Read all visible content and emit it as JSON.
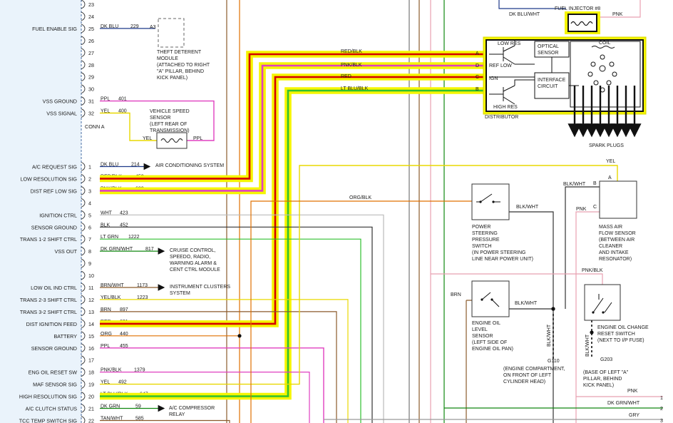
{
  "pins": [
    {
      "num": "23",
      "label": "",
      "color": "",
      "circuit": ""
    },
    {
      "num": "24",
      "label": "",
      "color": "",
      "circuit": ""
    },
    {
      "num": "25",
      "label": "FUEL ENABLE SIG",
      "color": "DK BLU",
      "circuit": "229"
    },
    {
      "num": "26",
      "label": "",
      "color": "",
      "circuit": ""
    },
    {
      "num": "27",
      "label": "",
      "color": "",
      "circuit": ""
    },
    {
      "num": "28",
      "label": "",
      "color": "",
      "circuit": ""
    },
    {
      "num": "29",
      "label": "",
      "color": "",
      "circuit": ""
    },
    {
      "num": "30",
      "label": "",
      "color": "",
      "circuit": ""
    },
    {
      "num": "31",
      "label": "VSS GROUND",
      "color": "PPL",
      "circuit": "401"
    },
    {
      "num": "32",
      "label": "VSS SIGNAL",
      "color": "YEL",
      "circuit": "400"
    },
    {
      "num": "1",
      "label": "A/C REQUEST SIG",
      "color": "DK BLU",
      "circuit": "214"
    },
    {
      "num": "2",
      "label": "LOW RESOLUTION SIG",
      "color": "RED/BLK",
      "circuit": "453"
    },
    {
      "num": "3",
      "label": "DIST REF LOW SIG",
      "color": "PNK/BLK",
      "circuit": "632"
    },
    {
      "num": "4",
      "label": "",
      "color": "",
      "circuit": ""
    },
    {
      "num": "5",
      "label": "IGNITION CTRL",
      "color": "WHT",
      "circuit": "423"
    },
    {
      "num": "6",
      "label": "SENSOR GROUND",
      "color": "BLK",
      "circuit": "452"
    },
    {
      "num": "7",
      "label": "TRANS 1-2 SHIFT CTRL",
      "color": "LT GRN",
      "circuit": "1222"
    },
    {
      "num": "8",
      "label": "VSS OUT",
      "color": "DK GRN/WHT",
      "circuit": "817"
    },
    {
      "num": "9",
      "label": "",
      "color": "",
      "circuit": ""
    },
    {
      "num": "10",
      "label": "",
      "color": "",
      "circuit": ""
    },
    {
      "num": "11",
      "label": "LOW OIL IND CTRL",
      "color": "BRN/WHT",
      "circuit": "1173"
    },
    {
      "num": "12",
      "label": "TRANS 2-3 SHIFT CTRL",
      "color": "YEL/BLK",
      "circuit": "1223"
    },
    {
      "num": "13",
      "label": "TRANS 3-2 SHIFT CTRL",
      "color": "BRN",
      "circuit": "897"
    },
    {
      "num": "14",
      "label": "DIST IGNITION FEED",
      "color": "RED",
      "circuit": "631"
    },
    {
      "num": "15",
      "label": "BATTERY",
      "color": "ORG",
      "circuit": "440"
    },
    {
      "num": "16",
      "label": "SENSOR GROUND",
      "color": "PPL",
      "circuit": "455"
    },
    {
      "num": "17",
      "label": "",
      "color": "",
      "circuit": ""
    },
    {
      "num": "18",
      "label": "ENG OIL RESET SW",
      "color": "PNK/BLK",
      "circuit": "1379"
    },
    {
      "num": "19",
      "label": "MAF SENSOR SIG",
      "color": "YEL",
      "circuit": "492"
    },
    {
      "num": "20",
      "label": "HIGH RESOLUTION SIG",
      "color": "LT BLU/BLK",
      "circuit": "647"
    },
    {
      "num": "21",
      "label": "A/C CLUTCH STATUS",
      "color": "DK GRN",
      "circuit": "59"
    },
    {
      "num": "22",
      "label": "TCC TEMP SWITCH SIG",
      "color": "TAN/WHT",
      "circuit": "585"
    }
  ],
  "conn_a": "CONN A",
  "theft": {
    "pin": "A3",
    "lines": [
      "THEFT DETERENT",
      "MODULE",
      "(ATTACHED TO RIGHT",
      "\"A\" PILLAR, BEHIND",
      "KICK PANEL)"
    ]
  },
  "vss_sensor": {
    "lines": [
      "VEHICLE SPEED",
      "SENSOR",
      "(LEFT REAR OF",
      "TRANSMISSION)"
    ],
    "left_wire": "YEL",
    "right_wire": "PPL"
  },
  "arrows": {
    "ac": "AIR CONDITIONING SYSTEM",
    "cruise": [
      "CRUISE CONTROL,",
      "SPEEDO, RADIO,",
      "WARNING ALARM &",
      "CENT CTRL MODULE"
    ],
    "cluster": [
      "INSTRUMENT CLUSTERS",
      "SYSTEM"
    ],
    "compressor": [
      "A/C COMPRESSOR",
      "RELAY"
    ]
  },
  "dist_wires": [
    {
      "label": "RED/BLK",
      "pin": "A"
    },
    {
      "label": "PNK/BLK",
      "pin": "D"
    },
    {
      "label": "RED",
      "pin": "C"
    },
    {
      "label": "LT BLU/BLK",
      "pin": "B"
    }
  ],
  "distributor": {
    "low_res": "LOW RES",
    "ref_low": "REF LOW",
    "ign": "IGN",
    "high_res": "HIGH RES",
    "optical": [
      "OPTICAL",
      "SENSOR"
    ],
    "interface": [
      "INTERFACE",
      "CIRCUIT"
    ],
    "coil": "COIL",
    "name": "DISTRIBUTOR",
    "spark": "SPARK PLUGS"
  },
  "injector": {
    "title": "FUEL INJECTOR #8",
    "left_wire": "DK BLU/WHT",
    "right_wire": "PNK"
  },
  "maf": {
    "lines": [
      "MASS AIR",
      "FLOW SENSOR",
      "(BETWEEN AIR",
      "CLEANER",
      "AND INTAKE",
      "RESONATOR)"
    ],
    "wire_yel": "YEL",
    "wire_blkwht": "BLK/WHT",
    "wire_pnk": "PNK",
    "pin_a": "A",
    "pin_b": "B",
    "pin_c": "C"
  },
  "ps_switch": {
    "lines": [
      "POWER",
      "STEERING",
      "PRESSURE",
      "SWITCH",
      "(IN POWER STEERING",
      "LINE NEAR POWER UNIT)"
    ],
    "wire": "BLK/WHT"
  },
  "oil_level": {
    "lines": [
      "ENGINE OIL",
      "LEVEL",
      "SENSOR",
      "(LEFT SIDE OF",
      "ENGINE OIL PAN)"
    ],
    "wire_in": "BRN",
    "wire_out": "BLK/WHT"
  },
  "ground_g110": {
    "wire": "BLK/WHT",
    "name": "G110",
    "lines": [
      "(ENGINE COMPARTMENT,",
      "ON FRONT OF LEFT",
      "CYLINDER HEAD)"
    ]
  },
  "oil_change": {
    "lines": [
      "ENGINE OIL CHANGE",
      "RESET SWITCH",
      "(NEXT TO I/P FUSE)"
    ],
    "wire_in": "PNK/BLK",
    "wire_out": "BLK/WHT"
  },
  "ground_g203": {
    "name": "G203",
    "lines": [
      "(BASE OF LEFT \"A\"",
      "PILLAR, BEHIND",
      "KICK PANEL)"
    ]
  },
  "org_blk": "ORG/BLK",
  "right_edge": [
    {
      "label": "PNK",
      "num": "1"
    },
    {
      "label": "DK GRN/WHT",
      "num": "2"
    },
    {
      "label": "GRY",
      "num": "3"
    }
  ],
  "colors": {
    "red": "#d40000",
    "pink": "#e040c0",
    "yellow": "#f0e000",
    "green": "#30c030",
    "highlight": "#f5f500",
    "orange": "#e07000",
    "brown": "#8b5a2b",
    "gray": "#999999",
    "blue": "#1f3a8a",
    "dkgreen": "#118811",
    "pnkwire": "#e8a0b0"
  }
}
